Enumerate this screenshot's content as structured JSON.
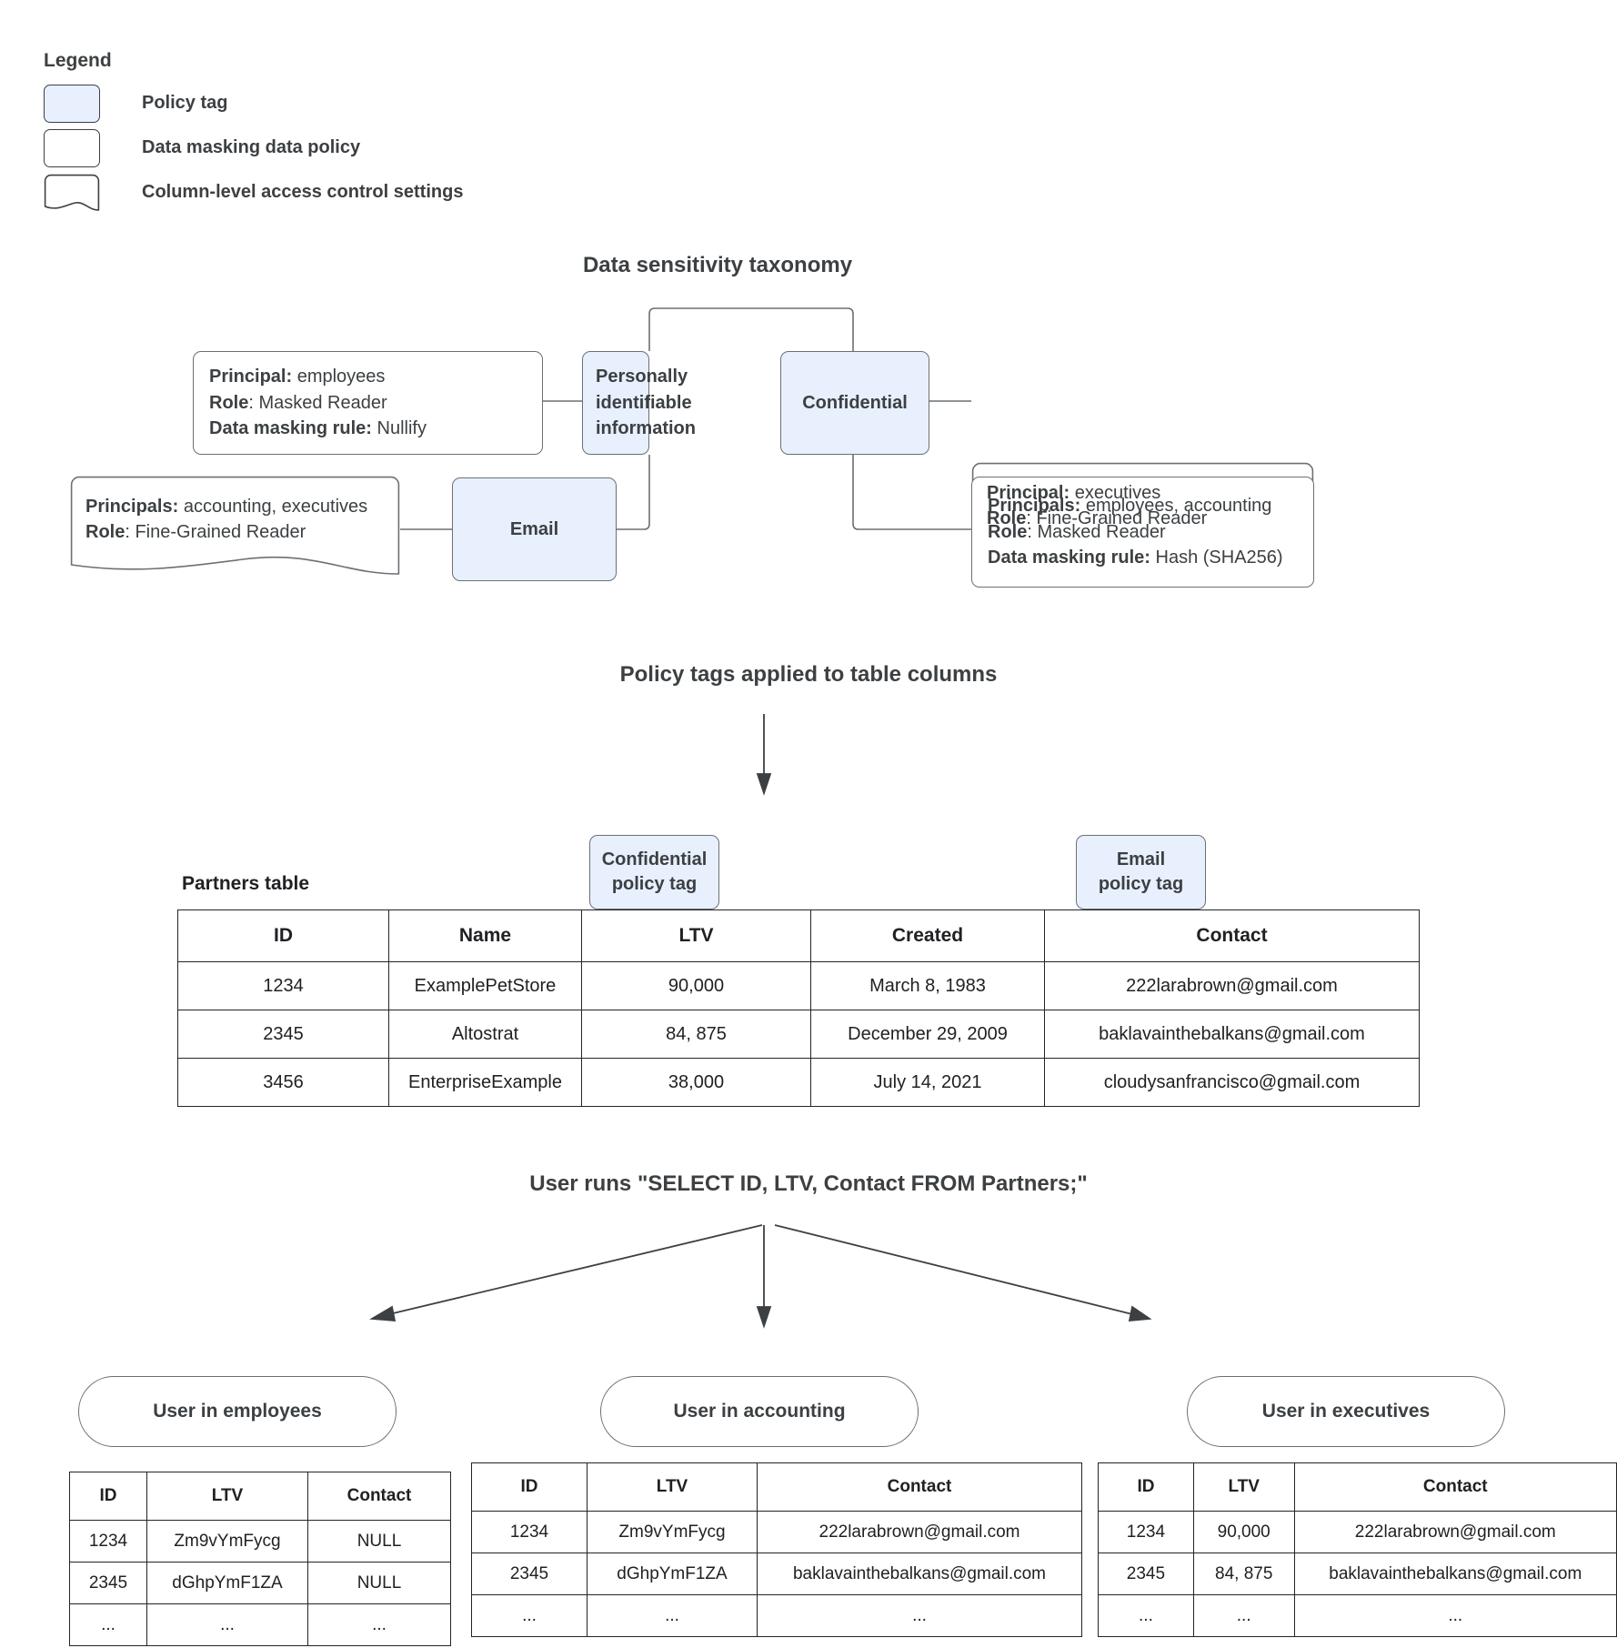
{
  "legend": {
    "title": "Legend",
    "items": [
      {
        "label": "Policy tag",
        "swatch": "policy-tag-swatch"
      },
      {
        "label": "Data masking data policy",
        "swatch": "data-masking-swatch"
      },
      {
        "label": "Column-level access control settings",
        "swatch": "column-access-swatch"
      }
    ]
  },
  "taxonomy": {
    "title": "Data sensitivity taxonomy",
    "tags": {
      "pii": "Personally identifiable information",
      "confidential": "Confidential",
      "email": "Email"
    },
    "pii_masking": {
      "l1_key": "Principal:",
      "l1_val": " employees",
      "l2_key": "Role",
      "l2_val": ": Masked Reader",
      "l3_key": "Data masking rule:",
      "l3_val": " Nullify"
    },
    "email_access": {
      "l1_key": "Principals:",
      "l1_val": " accounting, executives",
      "l2_key": "Role",
      "l2_val": ": Fine-Grained Reader"
    },
    "conf_access": {
      "l1_key": "Principal:",
      "l1_val": " executives",
      "l2_key": "Role",
      "l2_val": ": Fine-Grained Reader"
    },
    "conf_masking": {
      "l1_key": "Principals:",
      "l1_val": " employees, accounting",
      "l2_key": "Role",
      "l2_val": ": Masked Reader",
      "l3_key": "Data masking rule:",
      "l3_val": " Hash (SHA256)"
    }
  },
  "applied": {
    "title": "Policy tags applied to table columns",
    "table_label": "Partners table",
    "tag_confidential": "Confidential\npolicy tag",
    "tag_confidential_l1": "Confidential",
    "tag_confidential_l2": "policy tag",
    "tag_email_l1": "Email",
    "tag_email_l2": "policy tag",
    "columns": [
      "ID",
      "Name",
      "LTV",
      "Created",
      "Contact"
    ],
    "rows": [
      [
        "1234",
        "ExamplePetStore",
        "90,000",
        "March 8, 1983",
        "222larabrown@gmail.com"
      ],
      [
        "2345",
        "Altostrat",
        "84, 875",
        "December 29, 2009",
        "baklavainthebalkans@gmail.com"
      ],
      [
        "3456",
        "EnterpriseExample",
        "38,000",
        "July 14, 2021",
        "cloudysanfrancisco@gmail.com"
      ]
    ]
  },
  "query": {
    "title": "User runs \"SELECT ID, LTV, Contact FROM Partners;\""
  },
  "results": [
    {
      "persona": "User in employees",
      "columns": [
        "ID",
        "LTV",
        "Contact"
      ],
      "rows": [
        [
          "1234",
          "Zm9vYmFycg",
          "NULL"
        ],
        [
          "2345",
          "dGhpYmF1ZA",
          "NULL"
        ],
        [
          "...",
          "...",
          "..."
        ]
      ]
    },
    {
      "persona": "User in accounting",
      "columns": [
        "ID",
        "LTV",
        "Contact"
      ],
      "rows": [
        [
          "1234",
          "Zm9vYmFycg",
          "222larabrown@gmail.com"
        ],
        [
          "2345",
          "dGhpYmF1ZA",
          "baklavainthebalkans@gmail.com"
        ],
        [
          "...",
          "...",
          "..."
        ]
      ]
    },
    {
      "persona": "User in executives",
      "columns": [
        "ID",
        "LTV",
        "Contact"
      ],
      "rows": [
        [
          "1234",
          "90,000",
          "222larabrown@gmail.com"
        ],
        [
          "2345",
          "84, 875",
          "baklavainthebalkans@gmail.com"
        ],
        [
          "...",
          "...",
          "..."
        ]
      ]
    }
  ],
  "colors": {
    "policy_tag_fill": "#e8f0fe",
    "stroke": "#6b7075",
    "text": "#3c4043",
    "table_border": "#222426"
  }
}
